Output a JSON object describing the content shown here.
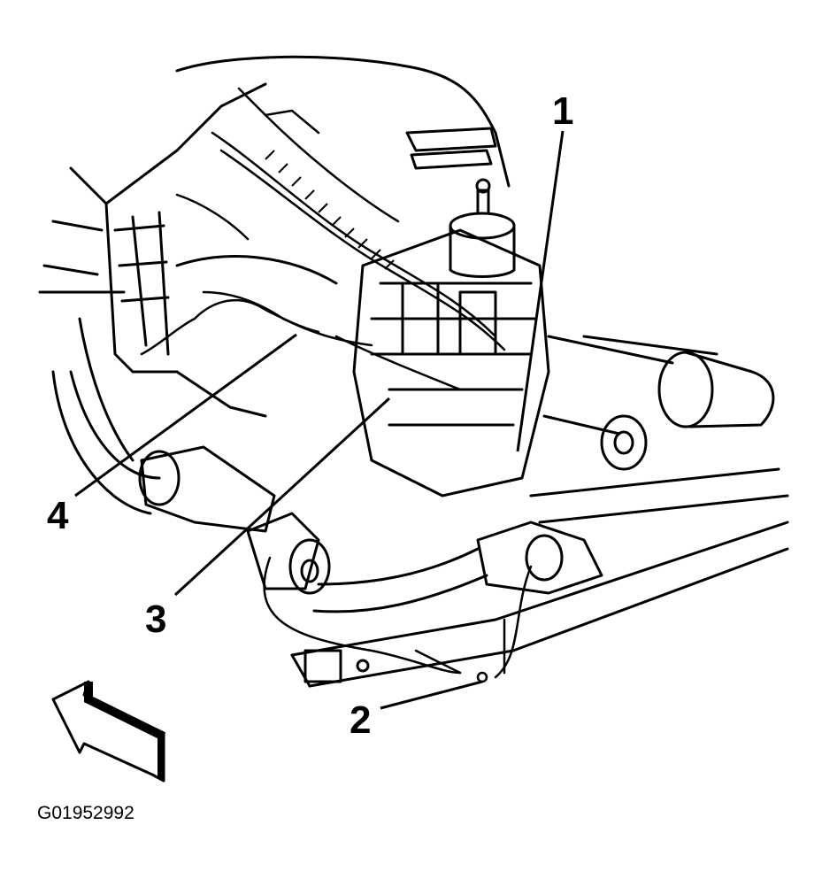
{
  "callouts": [
    {
      "label": "1"
    },
    {
      "label": "2"
    },
    {
      "label": "3"
    },
    {
      "label": "4"
    }
  ],
  "figure_id": "G01952992",
  "colors": {
    "ink": "#000000",
    "paper": "#ffffff"
  },
  "icons": {
    "direction_arrow": "front-direction-arrow-icon"
  }
}
